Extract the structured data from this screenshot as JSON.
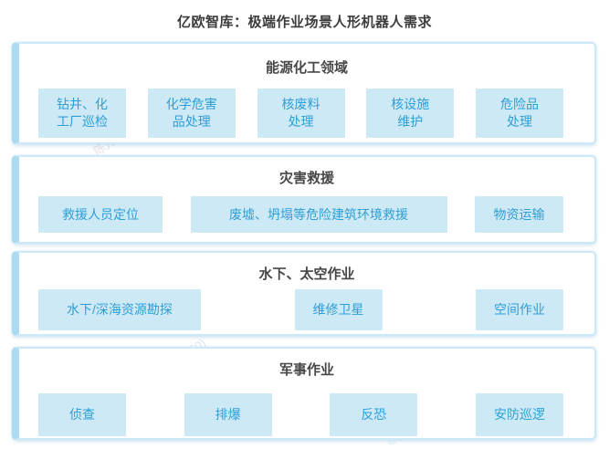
{
  "title": "亿欧智库：极端作业场景人形机器人需求",
  "colors": {
    "item_background": "#cde9f6",
    "item_text": "#2d9fd6",
    "card_border": "#cbe9f7",
    "card_left_band": "#abdbf1",
    "header_text": "#474747",
    "title_text": "#3c3c3c"
  },
  "sections": [
    {
      "header": "能源化工领域",
      "items": [
        "钻井、化\n工厂巡检",
        "化学危害\n品处理",
        "核废料\n处理",
        "核设施\n维护",
        "危险品\n处理"
      ]
    },
    {
      "header": "灾害救援",
      "items": [
        "救援人员定位",
        "废墟、坍塌等危险建筑环境救援",
        "物资运输"
      ]
    },
    {
      "header": "水下、太空作业",
      "items": [
        "水下/深海资源勘探",
        "维修卫星",
        "空间作业"
      ]
    },
    {
      "header": "军事作业",
      "items": [
        "侦查",
        "排爆",
        "反恐",
        "安防巡逻"
      ]
    }
  ],
  "watermarks": [
    "©亿欧智库",
    "陈先生",
    "360",
    "360)"
  ]
}
